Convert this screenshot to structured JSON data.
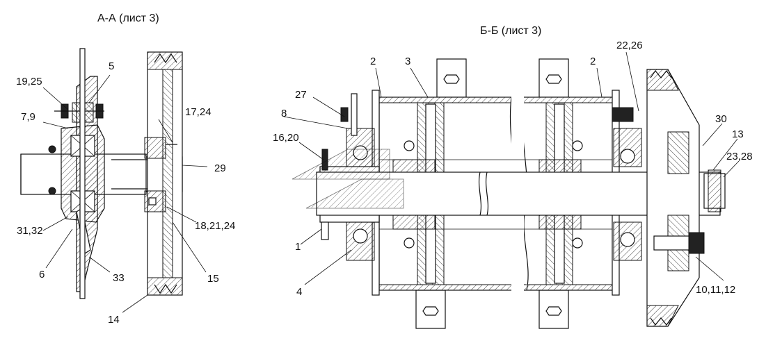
{
  "views": {
    "left": {
      "title": "А-А (лист 3)"
    },
    "right": {
      "title": "Б-Б (лист 3)"
    }
  },
  "callouts_left": {
    "c_19_25": "19,25",
    "c_5": "5",
    "c_7_9": "7,9",
    "c_17_24": "17,24",
    "c_29": "29",
    "c_31_32": "31,32",
    "c_18_21_24": "18,21,24",
    "c_6": "6",
    "c_33": "33",
    "c_15": "15",
    "c_14": "14"
  },
  "callouts_right": {
    "c_2a": "2",
    "c_3": "3",
    "c_2b": "2",
    "c_22_26": "22,26",
    "c_27": "27",
    "c_8": "8",
    "c_16_20": "16,20",
    "c_30": "30",
    "c_13": "13",
    "c_23_28": "23,28",
    "c_1": "1",
    "c_4": "4",
    "c_10_11_12": "10,11,12"
  }
}
